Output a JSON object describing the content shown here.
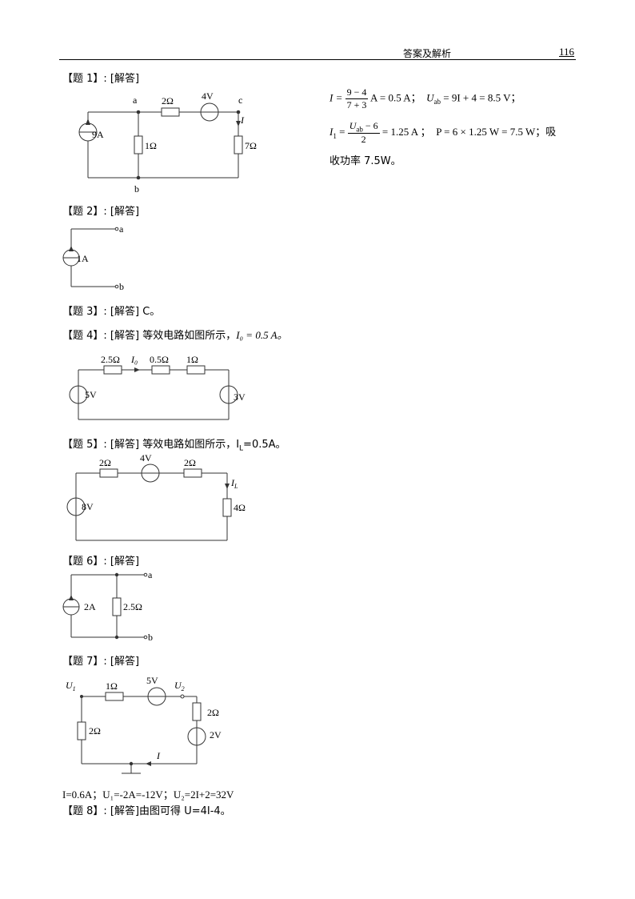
{
  "header": {
    "title": "答案及解析",
    "page": "116"
  },
  "questions": [
    {
      "label": "【题 1】: [解答]"
    },
    {
      "label": "【题 2】: [解答]"
    },
    {
      "label": "【题 3】: [解答] C。"
    },
    {
      "label": "【题 4】: [解答]  等效电路如图所示，",
      "result": "I₀ = 0.5 A。"
    },
    {
      "label": "【题 5】: [解答]  等效电路如图所示，I",
      "sub": "L",
      "result": "=0.5A。"
    },
    {
      "label": "【题 6】: [解答]"
    },
    {
      "label": "【题 7】: [解答]"
    },
    {
      "label": "【题 8】: [解答]由图可得 U=4I-4。"
    }
  ],
  "q1_solution": {
    "line1_lhs": "I =",
    "frac1_num": "9 − 4",
    "frac1_den": "7 + 3",
    "line1_mid": "A = 0.5 A；",
    "line1_u": "U",
    "line1_usub": "ab",
    "line1_rhs": "= 9I + 4 = 8.5 V；",
    "line2_lhs": "I",
    "line2_lhssub": "1",
    "frac2_num": "U",
    "frac2_numsub": "ab",
    "frac2_numtail": " − 6",
    "frac2_den": "2",
    "line2_mid": "= 1.25 A ；",
    "line2_rhs": "P = 6 × 1.25 W = 7.5 W；吸",
    "line3": "收功率 7.5W。"
  },
  "q7_result": "I=0.6A；U₁=-2A=-12V；U₂=2I+2=32V",
  "circuits": {
    "c1": {
      "node_a": "a",
      "node_b": "b",
      "node_c": "c",
      "src": "9A",
      "r1": "1Ω",
      "r2": "2Ω",
      "v": "4V",
      "r3": "7Ω",
      "cur": "I"
    },
    "c2": {
      "src": "1A",
      "node_a": "a",
      "node_b": "b"
    },
    "c4": {
      "r1": "2.5Ω",
      "cur": "I₀",
      "r2": "0.5Ω",
      "r3": "1Ω",
      "v1": "5V",
      "v2": "3V"
    },
    "c5": {
      "r1": "2Ω",
      "v": "4V",
      "r2": "2Ω",
      "cur": "I",
      "cursub": "L",
      "r3": "4Ω",
      "vs": "8V"
    },
    "c6": {
      "src": "2A",
      "r": "2.5Ω",
      "node_a": "a",
      "node_b": "b"
    },
    "c7": {
      "u1": "U",
      "u1sub": "1",
      "r1": "1Ω",
      "v": "5V",
      "u2": "U",
      "u2sub": "2",
      "r2": "2Ω",
      "v2": "2V",
      "r3": "2Ω",
      "cur": "I"
    }
  }
}
